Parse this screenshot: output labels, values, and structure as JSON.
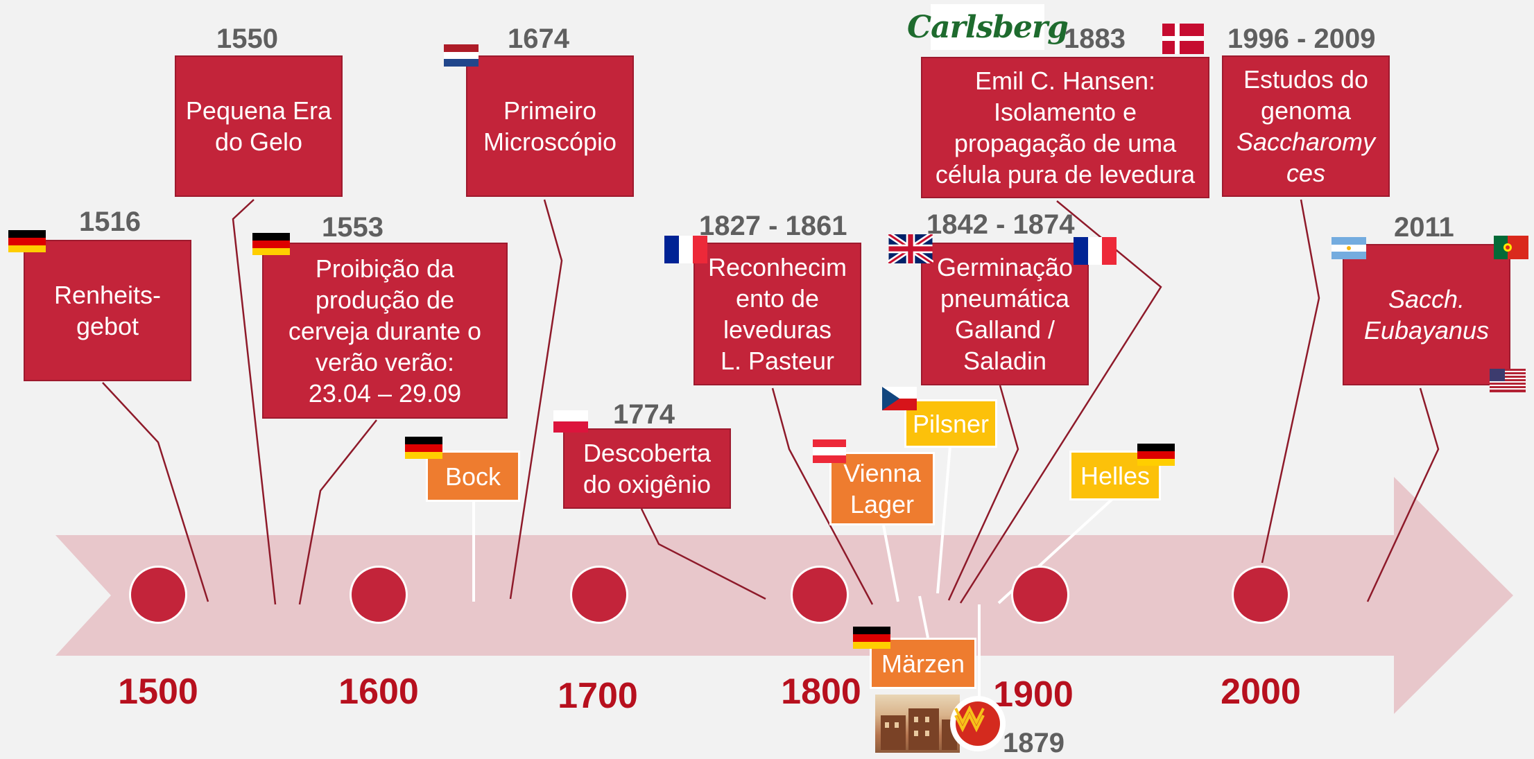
{
  "colors": {
    "event": "#c3243a",
    "beer_orange": "#ee7c2f",
    "beer_yellow": "#fcc10a",
    "arrow": "#e8c7cb",
    "connector_red": "#8e1a2a",
    "decade_text": "#b7101e",
    "year_text": "#5f5f5f"
  },
  "timeline": {
    "decades": [
      "1500",
      "1600",
      "1700",
      "1800",
      "1900",
      "2000"
    ]
  },
  "events": {
    "e1516": {
      "year": "1516",
      "lines": [
        "Renheits-",
        "gebot"
      ]
    },
    "e1550": {
      "year": "1550",
      "lines": [
        "Pequena Era",
        "do Gelo"
      ]
    },
    "e1553": {
      "year": "1553",
      "lines": [
        "Proibição da",
        "produção de",
        "cerveja durante o",
        "verão  verão:",
        "23.04 – 29.09"
      ]
    },
    "e1674": {
      "year": "1674",
      "lines": [
        "Primeiro",
        "Microscópio"
      ]
    },
    "e1774": {
      "year": "1774",
      "lines": [
        "Descoberta",
        "do oxigênio"
      ]
    },
    "e1827": {
      "year": "1827 - 1861",
      "lines": [
        "Reconhecim",
        "ento de",
        "leveduras",
        "L. Pasteur"
      ]
    },
    "e1842": {
      "year": "1842 - 1874",
      "lines": [
        "Germinação",
        "pneumática",
        "Galland /",
        "Saladin"
      ]
    },
    "e1883": {
      "year": "1883",
      "lines": [
        "Emil C. Hansen:",
        "Isolamento e",
        "propagação de uma",
        "célula pura de levedura"
      ]
    },
    "e1996": {
      "year": "1996 - 2009",
      "lines": [
        "Estudos do",
        "genoma",
        "Saccharomy",
        "ces"
      ]
    },
    "e2011": {
      "year": "2011",
      "lines": [
        "Sacch.",
        "Eubayanus"
      ]
    },
    "e1879": {
      "year": "1879"
    }
  },
  "beers": {
    "bock": "Bock",
    "pilsner": "Pilsner",
    "vienna": [
      "Vienna",
      "Lager"
    ],
    "helles": "Helles",
    "marzen": "Märzen"
  },
  "logos": {
    "carlsberg": "Carlsberg"
  },
  "flags": [
    "germany",
    "netherlands",
    "poland",
    "france",
    "united-kingdom",
    "denmark",
    "argentina",
    "portugal",
    "united-states",
    "czech-republic",
    "austria"
  ]
}
